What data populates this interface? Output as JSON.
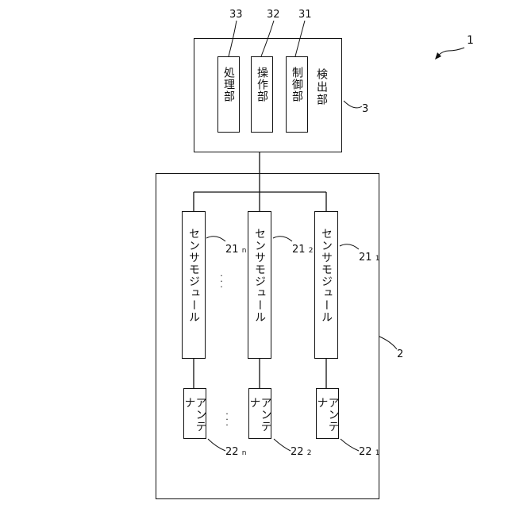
{
  "system_ref": "1",
  "detector": {
    "label": "検出部",
    "ref": "3",
    "units": [
      {
        "label": "制御部",
        "ref": "31"
      },
      {
        "label": "操作部",
        "ref": "32"
      },
      {
        "label": "処理部",
        "ref": "33"
      }
    ]
  },
  "module_group": {
    "ref": "2",
    "sensors": [
      {
        "label": "センサモジュール",
        "ref_main": "21",
        "ref_sub": "1"
      },
      {
        "label": "センサモジュール",
        "ref_main": "21",
        "ref_sub": "2"
      },
      {
        "label": "センサモジュール",
        "ref_main": "21",
        "ref_sub": "n"
      }
    ],
    "antennas": [
      {
        "label": "アンテナ",
        "ref_main": "22",
        "ref_sub": "1"
      },
      {
        "label": "アンテナ",
        "ref_main": "22",
        "ref_sub": "2"
      },
      {
        "label": "アンテナ",
        "ref_main": "22",
        "ref_sub": "n"
      }
    ]
  }
}
